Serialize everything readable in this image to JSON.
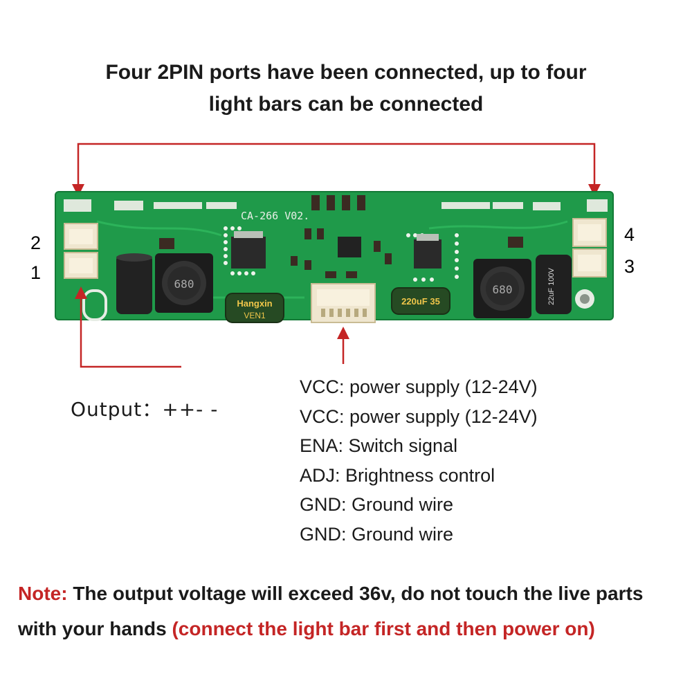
{
  "headline": {
    "line1": "Four 2PIN ports have been connected, up to four",
    "line2": "light bars can be connected"
  },
  "ports": {
    "p1": "1",
    "p2": "2",
    "p3": "3",
    "p4": "4"
  },
  "board": {
    "model_label": "CA-266 V02.",
    "cap_left_brand": "Hangxin",
    "cap_left_code": "VEN1",
    "cap_mid_value": "220uF 35",
    "cap_right_value": "22uF 100V",
    "inductor_code": "680"
  },
  "output": {
    "label": "Output：++- -"
  },
  "pins": [
    "VCC: power supply (12-24V)",
    "VCC: power supply (12-24V)",
    "ENA: Switch signal",
    "ADJ: Brightness control",
    "GND: Ground wire",
    "GND: Ground wire"
  ],
  "note": {
    "prefix": "Note:",
    "text": " The output voltage will exceed 36v, do not touch the live parts with your hands ",
    "highlight": "(connect the light bar first and then power on)"
  },
  "colors": {
    "accent_red": "#c42525",
    "pcb_green": "#1f9a4a",
    "text": "#1a1a1a"
  }
}
